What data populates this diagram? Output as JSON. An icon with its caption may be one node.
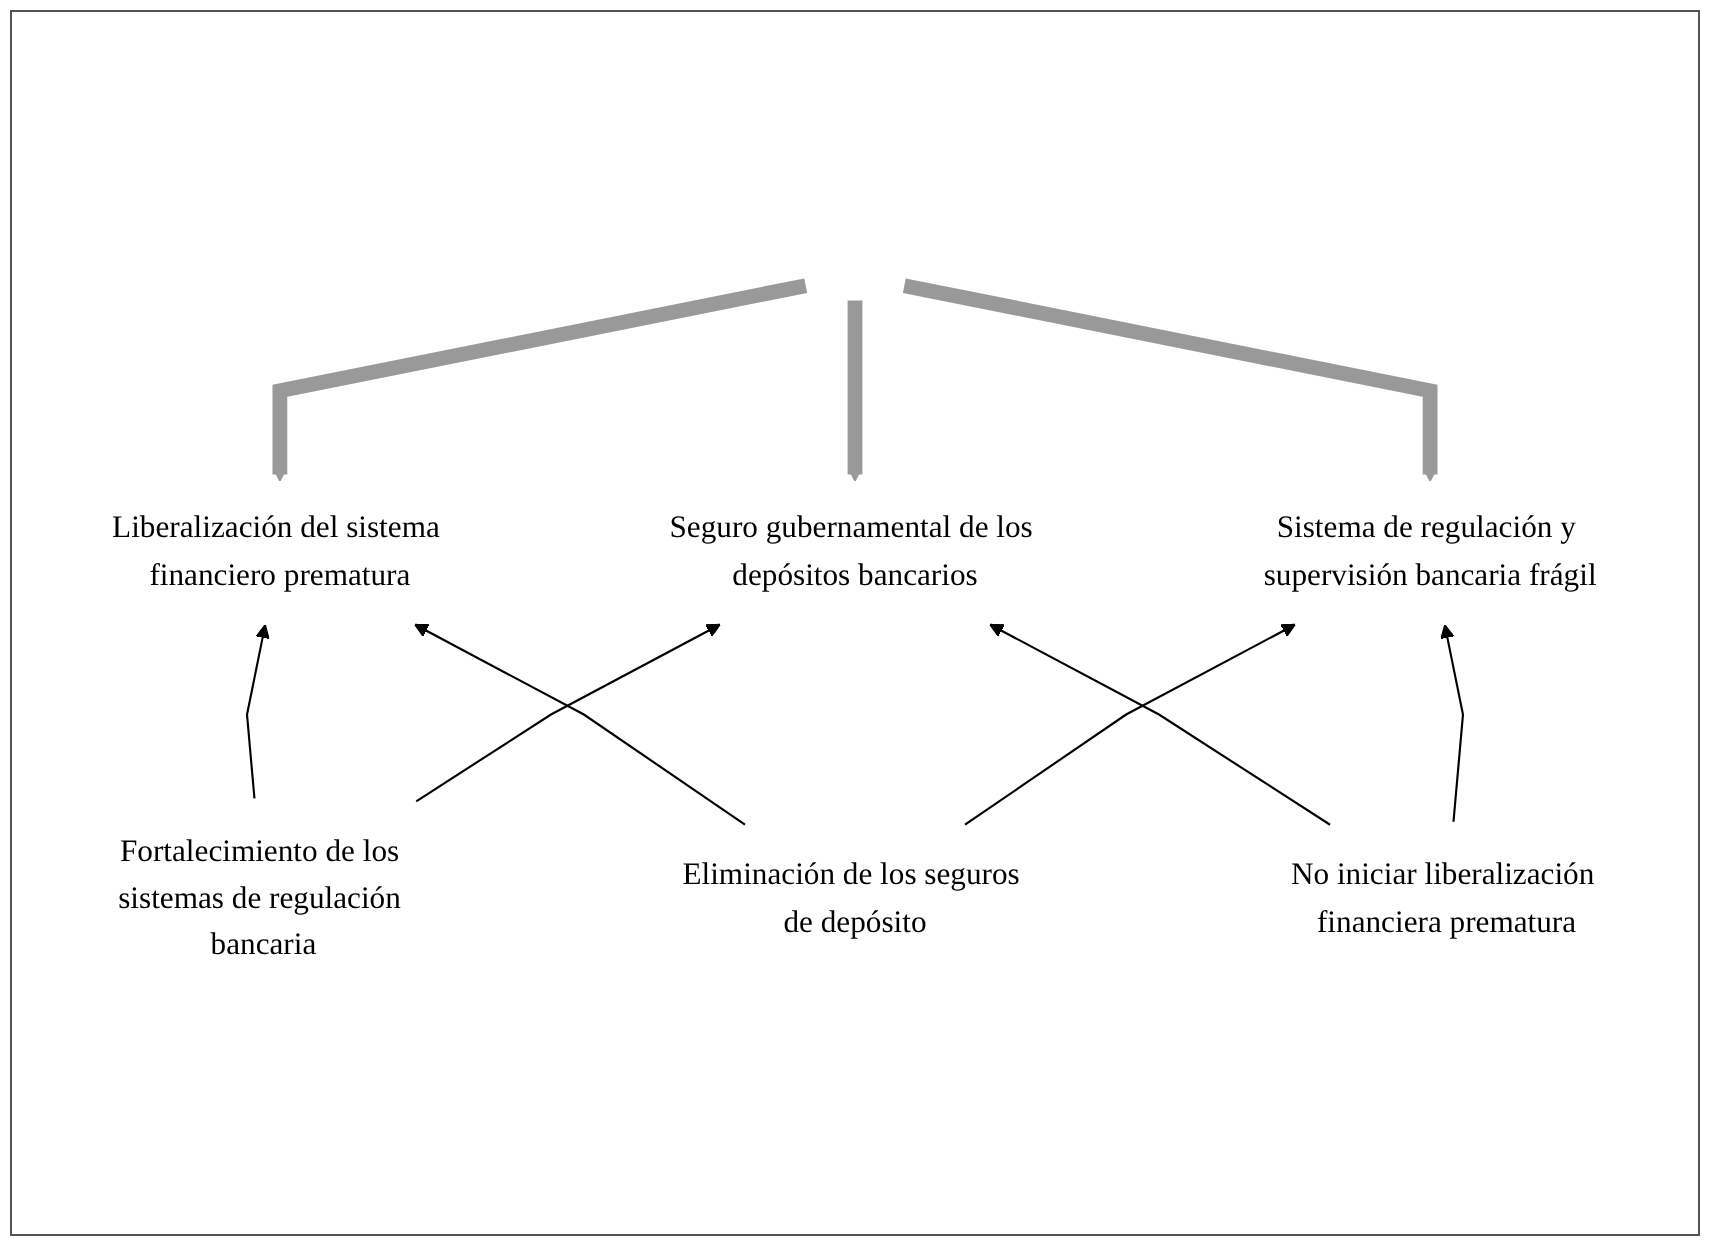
{
  "diagram": {
    "nodes": [
      {
        "text": [
          "Liberalización del sistema financiero prematura"
        ]
      },
      {
        "text": [
          "Seguro gubernamental de los depósitos bancarios"
        ]
      },
      {
        "text": [
          "Sistema de regulación y supervisión bancaria frágil"
        ]
      },
      {
        "text": [
          "Fortalecimiento de los sistemas de regulación bancaria"
        ]
      },
      {
        "text": [
          "Eliminación de los seguros de depósito"
        ]
      },
      {
        "text": [
          "No iniciar liberalización financiera prematura"
        ]
      }
    ],
    "edges": [
      {
        "from": null,
        "to": 0,
        "arrow": "to",
        "style": "thick",
        "color": "#999999"
      },
      {
        "from": null,
        "to": 1,
        "arrow": "to",
        "style": "thick",
        "color": "#999999"
      },
      {
        "from": null,
        "to": 2,
        "arrow": "to",
        "style": "thick",
        "color": "#999999"
      },
      {
        "from": 3,
        "to": 0,
        "arrow": "to"
      },
      {
        "from": 3,
        "to": 1,
        "arrow": "to"
      },
      {
        "from": 4,
        "to": 0,
        "arrow": "to"
      },
      {
        "from": 4,
        "to": 2,
        "arrow": "to"
      },
      {
        "from": 5,
        "to": 1,
        "arrow": "to"
      },
      {
        "from": 5,
        "to": 2,
        "arrow": "to"
      }
    ]
  }
}
